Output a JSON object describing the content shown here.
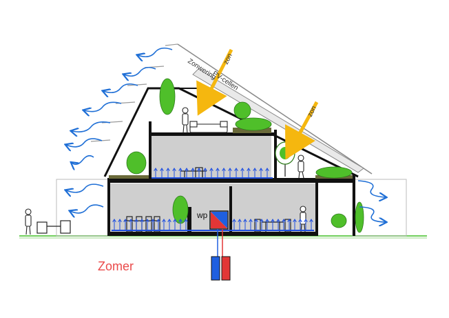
{
  "labels": {
    "sun_1": "zon",
    "sun_2": "zon",
    "sunshade": "Zonwering",
    "pv_cells": "PV-cellen",
    "heat_pump": "wp",
    "season": "Zomer"
  },
  "colors": {
    "sun_arrow": "#f5b70f",
    "airflow": "#1f6fd6",
    "floor_heating": "#1f4fe0",
    "cold_pipe": "#1f5fe0",
    "hot_pipe": "#e23636",
    "season_text": "#ea4a4a",
    "roof_garden": "#4fbf2a",
    "room_fill": "#cfcfcf",
    "pv_panel": "#e9e9e9"
  },
  "icons": [
    "sun-ray-arrow",
    "air-flow-arrow",
    "plant",
    "tree",
    "person",
    "table-chairs",
    "sofa",
    "heat-pump",
    "pipe"
  ]
}
